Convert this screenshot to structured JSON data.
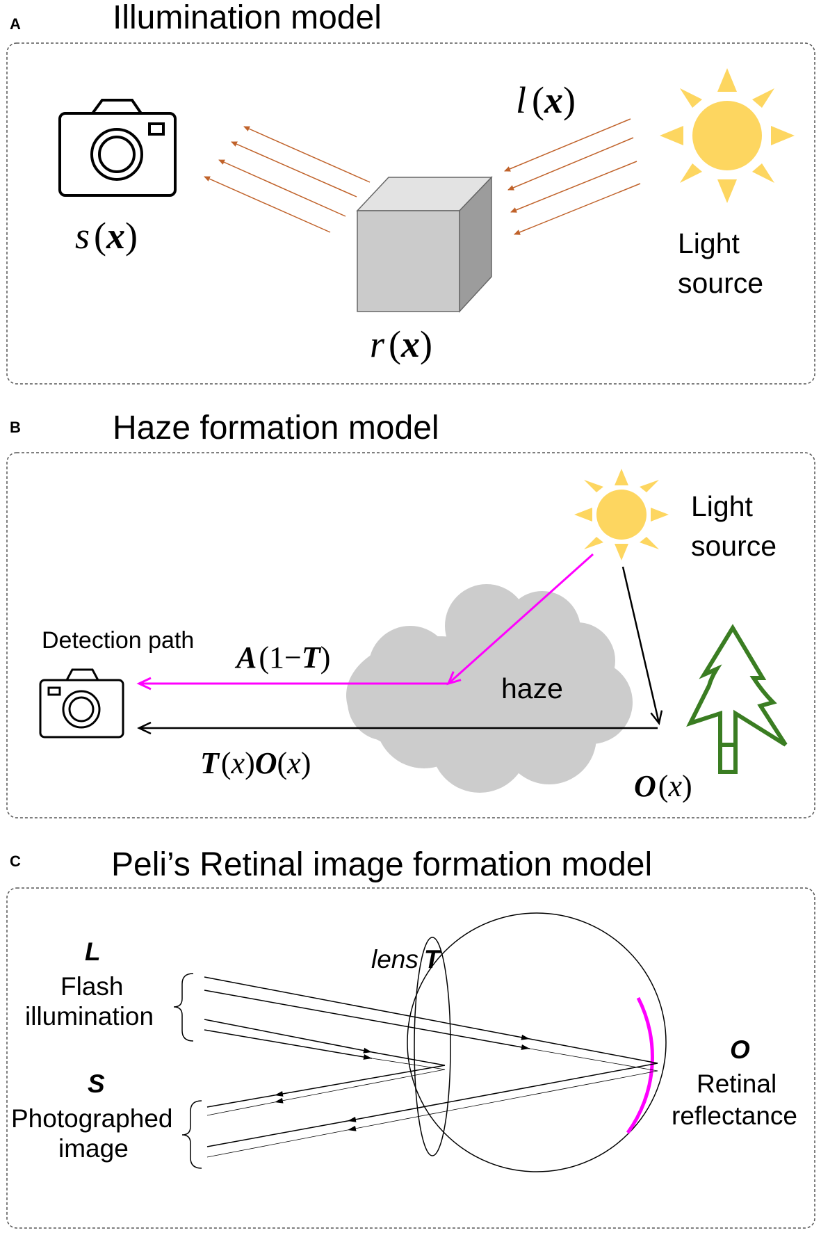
{
  "panels": {
    "a": {
      "letter": "A",
      "title": "Illumination model",
      "camera_fn": "s",
      "object_fn": "r",
      "light_fn": "l",
      "var": "x",
      "light_line1": "Light",
      "light_line2": "source"
    },
    "b": {
      "letter": "B",
      "title": "Haze formation model",
      "light_line1": "Light",
      "light_line2": "source",
      "detection": "Detection path",
      "airlight_A": "A",
      "airlight_one": "1",
      "airlight_minus": "−",
      "airlight_T": "T",
      "direct_T": "T",
      "direct_O": "O",
      "var": "x",
      "haze": "haze",
      "object_O": "O"
    },
    "c": {
      "letter": "C",
      "title": "Peli’s Retinal image formation model",
      "L_letter": "L",
      "flash_line1": "Flash",
      "flash_line2": "illumination",
      "S_letter": "S",
      "photo_line1": "Photographed",
      "photo_line2": "image",
      "lens_word": "lens",
      "lens_T": "T",
      "O_letter": "O",
      "retinal_line1": "Retinal",
      "retinal_line2": "reflectance"
    }
  },
  "colors": {
    "ray_orange": "#c0622a",
    "sun_yellow": "#fdd660",
    "airlight_magenta": "#ff00ff",
    "tree_green": "#3a7d22",
    "haze_gray": "#cccccc",
    "cube_front": "#cbcbcb",
    "cube_top": "#e3e3e3",
    "cube_side": "#9c9c9c"
  },
  "icons": [
    "camera-icon",
    "cube-icon",
    "sun-icon",
    "cloud-icon",
    "tree-icon",
    "eye-icon",
    "lens-icon"
  ]
}
